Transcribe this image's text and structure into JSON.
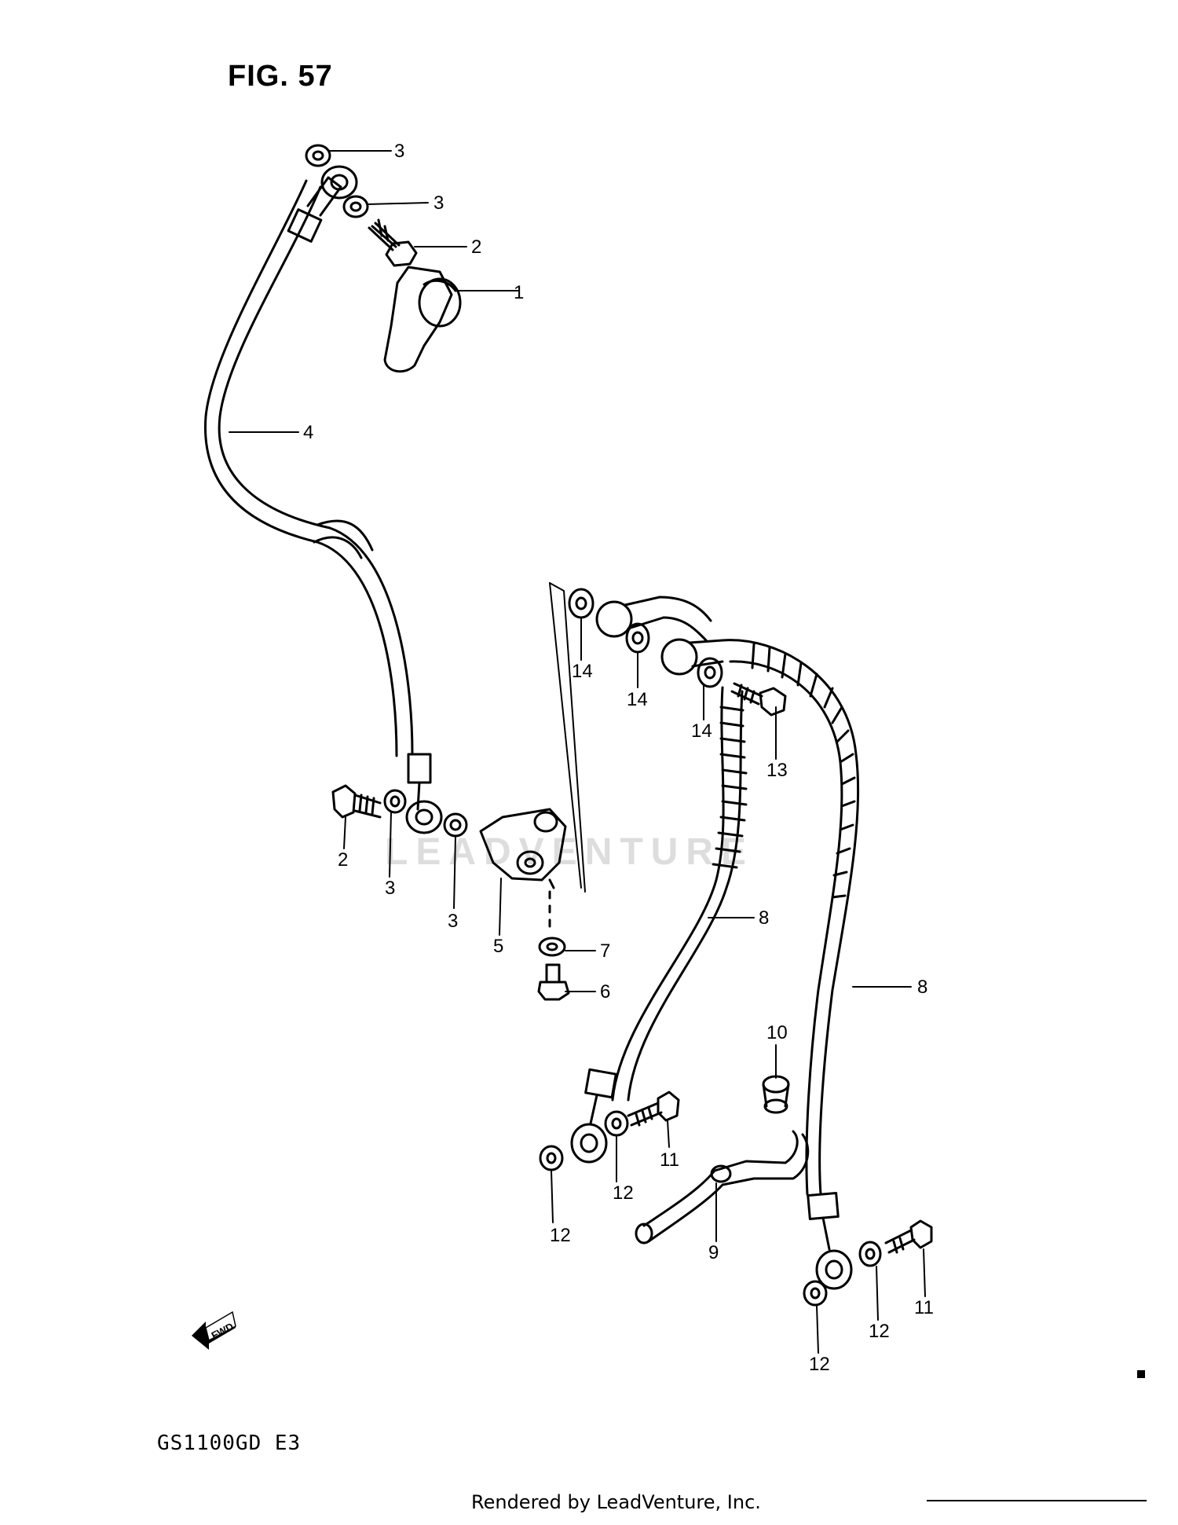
{
  "figure": {
    "title": "FIG. 57"
  },
  "model": {
    "code": "GS1100GD E3"
  },
  "footer": {
    "rendered_by": "Rendered by LeadVenture, Inc."
  },
  "watermark": {
    "text": "LEADVENTURE"
  },
  "direction_badge": {
    "label": "FWD",
    "icon": "fwd-arrow-icon"
  },
  "callouts": [
    "3",
    "3",
    "2",
    "1",
    "4",
    "2",
    "3",
    "3",
    "5",
    "7",
    "6",
    "14",
    "14",
    "14",
    "13",
    "8",
    "8",
    "10",
    "11",
    "11",
    "12",
    "12",
    "12",
    "12",
    "9"
  ]
}
